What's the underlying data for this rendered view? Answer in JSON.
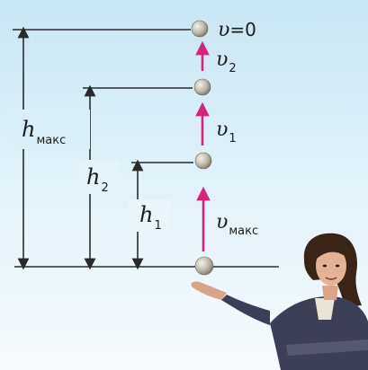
{
  "labels": {
    "top": {
      "symbol": "υ",
      "rest": "=0"
    },
    "v2": {
      "symbol": "υ",
      "sub": "2"
    },
    "v1": {
      "symbol": "υ",
      "sub": "1"
    },
    "vmax": {
      "symbol": "υ",
      "sub": "макс"
    },
    "hmax": {
      "symbol": "h",
      "sub": "макс"
    },
    "h2": {
      "symbol": "h",
      "sub": "2"
    },
    "h1": {
      "symbol": "h",
      "sub": "1"
    }
  },
  "colors": {
    "background_top": "#c9e6f3",
    "background_bottom": "#f7fbfd",
    "line": "#2a2a2a",
    "velocity_arrow": "#d6247a",
    "ball": "#b9b3a6"
  },
  "icons": {
    "ball": "ball-icon",
    "girl": "girl-illustration"
  }
}
